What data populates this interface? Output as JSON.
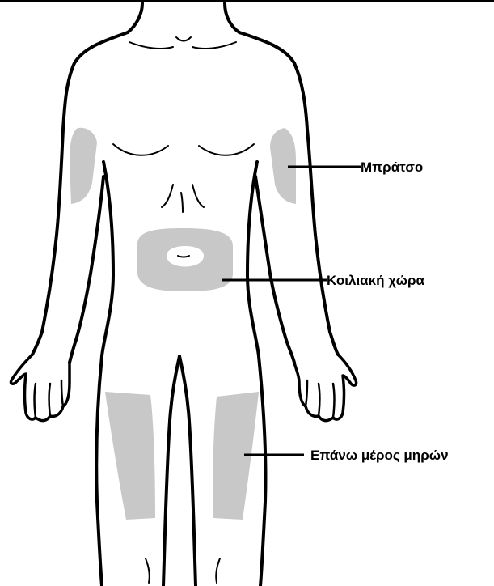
{
  "colors": {
    "outline": "#000000",
    "region_fill": "#c8c8c8",
    "background": "#ffffff"
  },
  "labels": {
    "arm": "Μπράτσο",
    "abdomen": "Κοιλιακή χώρα",
    "thighs": "Επάνω μέρος μηρών"
  }
}
